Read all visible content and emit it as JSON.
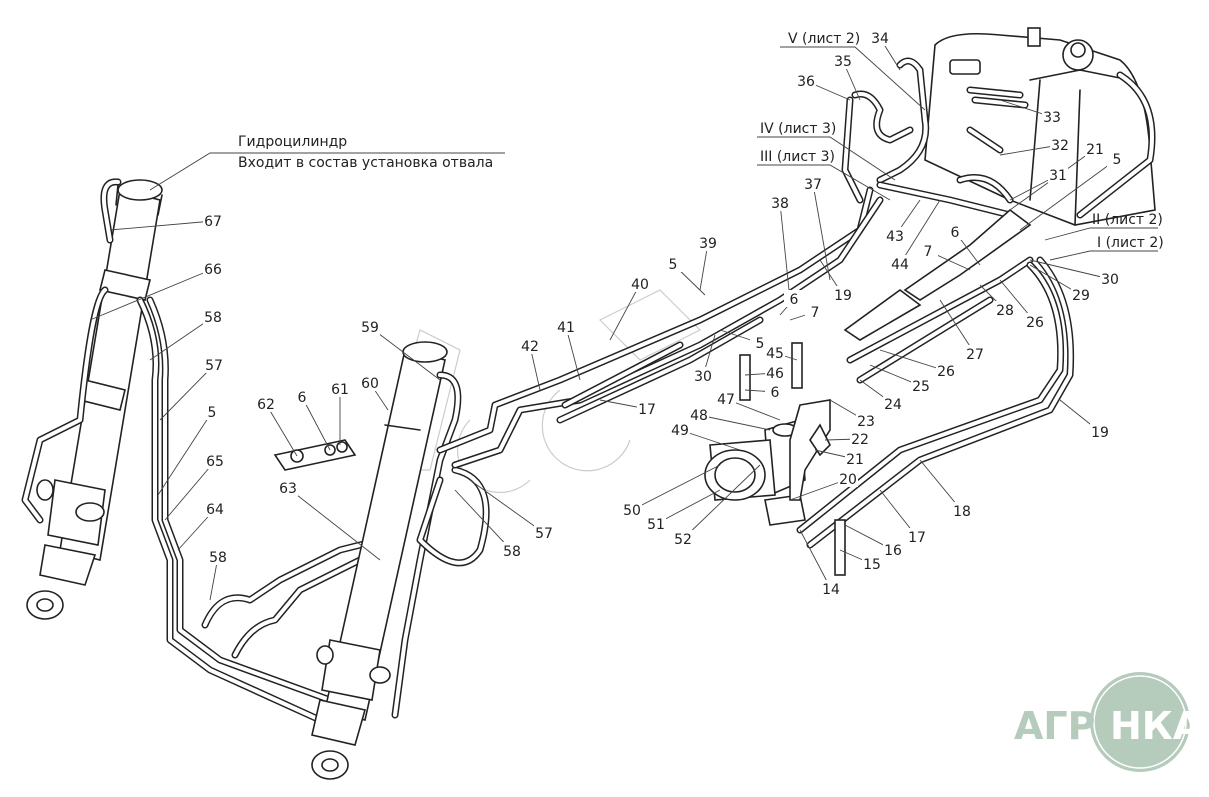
{
  "title_note": {
    "line1": "Гидроцилиндр",
    "line2": "Входит в состав установка отвала"
  },
  "sheet_refs": [
    "V (лист 2)",
    "IV (лист 3)",
    "III (лист 3)",
    "II (лист 2)",
    "I (лист 2)"
  ],
  "callouts": [
    "34",
    "35",
    "36",
    "37",
    "38",
    "33",
    "32",
    "21",
    "5",
    "31",
    "43",
    "44",
    "6",
    "7",
    "30",
    "29",
    "26",
    "28",
    "27",
    "26",
    "25",
    "24",
    "23",
    "22",
    "21",
    "20",
    "19",
    "18",
    "17",
    "16",
    "15",
    "14",
    "19",
    "39",
    "5",
    "6",
    "7",
    "5",
    "40",
    "41",
    "42",
    "17",
    "30",
    "45",
    "46",
    "6",
    "47",
    "48",
    "49",
    "50",
    "51",
    "52",
    "57",
    "58",
    "59",
    "60",
    "61",
    "6",
    "62",
    "63",
    "67",
    "66",
    "58",
    "57",
    "5",
    "65",
    "64",
    "58"
  ],
  "logo": {
    "text_left": "АГРО",
    "text_right": "НКА",
    "color": "#b5cbbb"
  }
}
